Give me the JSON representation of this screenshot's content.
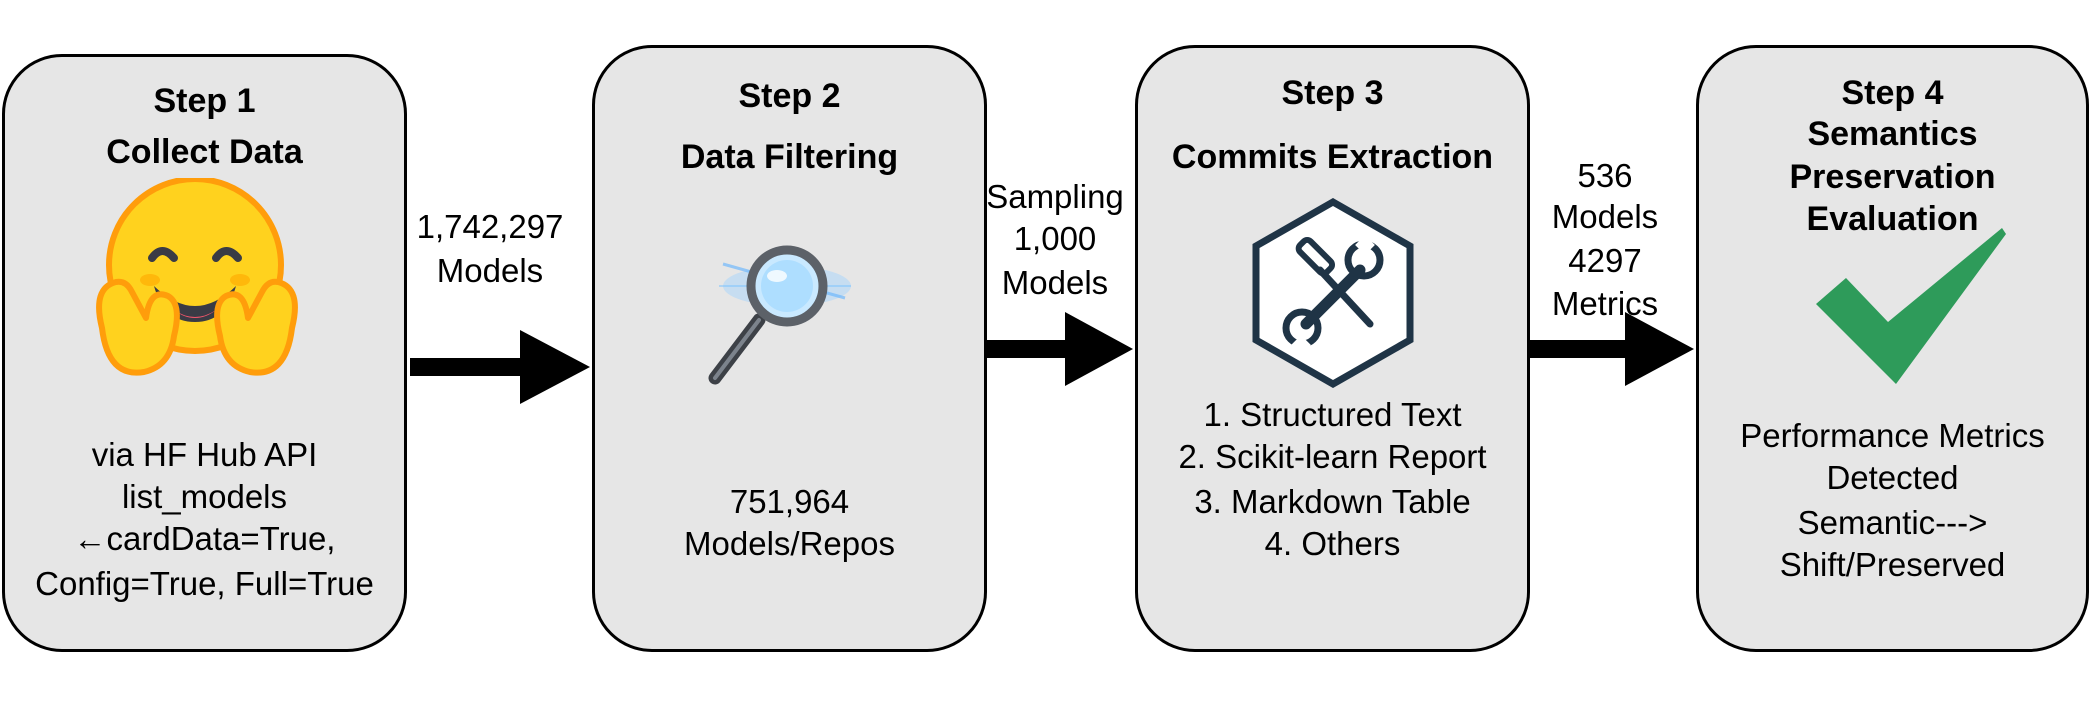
{
  "steps": [
    {
      "step": "Step 1",
      "title": "Collect Data",
      "lines": [
        "via HF Hub API",
        "list_models",
        "←cardData=True,",
        "Config=True, Full=True"
      ]
    },
    {
      "step": "Step 2",
      "title": "Data Filtering",
      "lines": [
        "751,964",
        "Models/Repos"
      ]
    },
    {
      "step": "Step 3",
      "title": "Commits Extraction",
      "lines": [
        "1. Structured Text",
        "2. Scikit-learn Report",
        "3. Markdown Table",
        "4. Others"
      ]
    },
    {
      "step": "Step 4",
      "title_lines": [
        "Semantics",
        "Preservation",
        "Evaluation"
      ],
      "lines": [
        "Performance Metrics",
        "Detected",
        "Semantic--->",
        "Shift/Preserved"
      ]
    }
  ],
  "arrows": [
    {
      "lines": [
        "1,742,297",
        "Models"
      ]
    },
    {
      "lines": [
        "Sampling",
        "1,000",
        "Models"
      ]
    },
    {
      "lines": [
        "536",
        "Models",
        "4297",
        "Metrics"
      ]
    }
  ],
  "icons": [
    "hugging-face-emoji-icon",
    "magnifying-glass-icon",
    "tools-hexagon-icon",
    "checkmark-icon"
  ],
  "colors": {
    "box_fill": "#e6e6e6",
    "hugging_face": "#ffd21e",
    "check": "#2e9b5a",
    "hexagon": "#1f3446"
  }
}
